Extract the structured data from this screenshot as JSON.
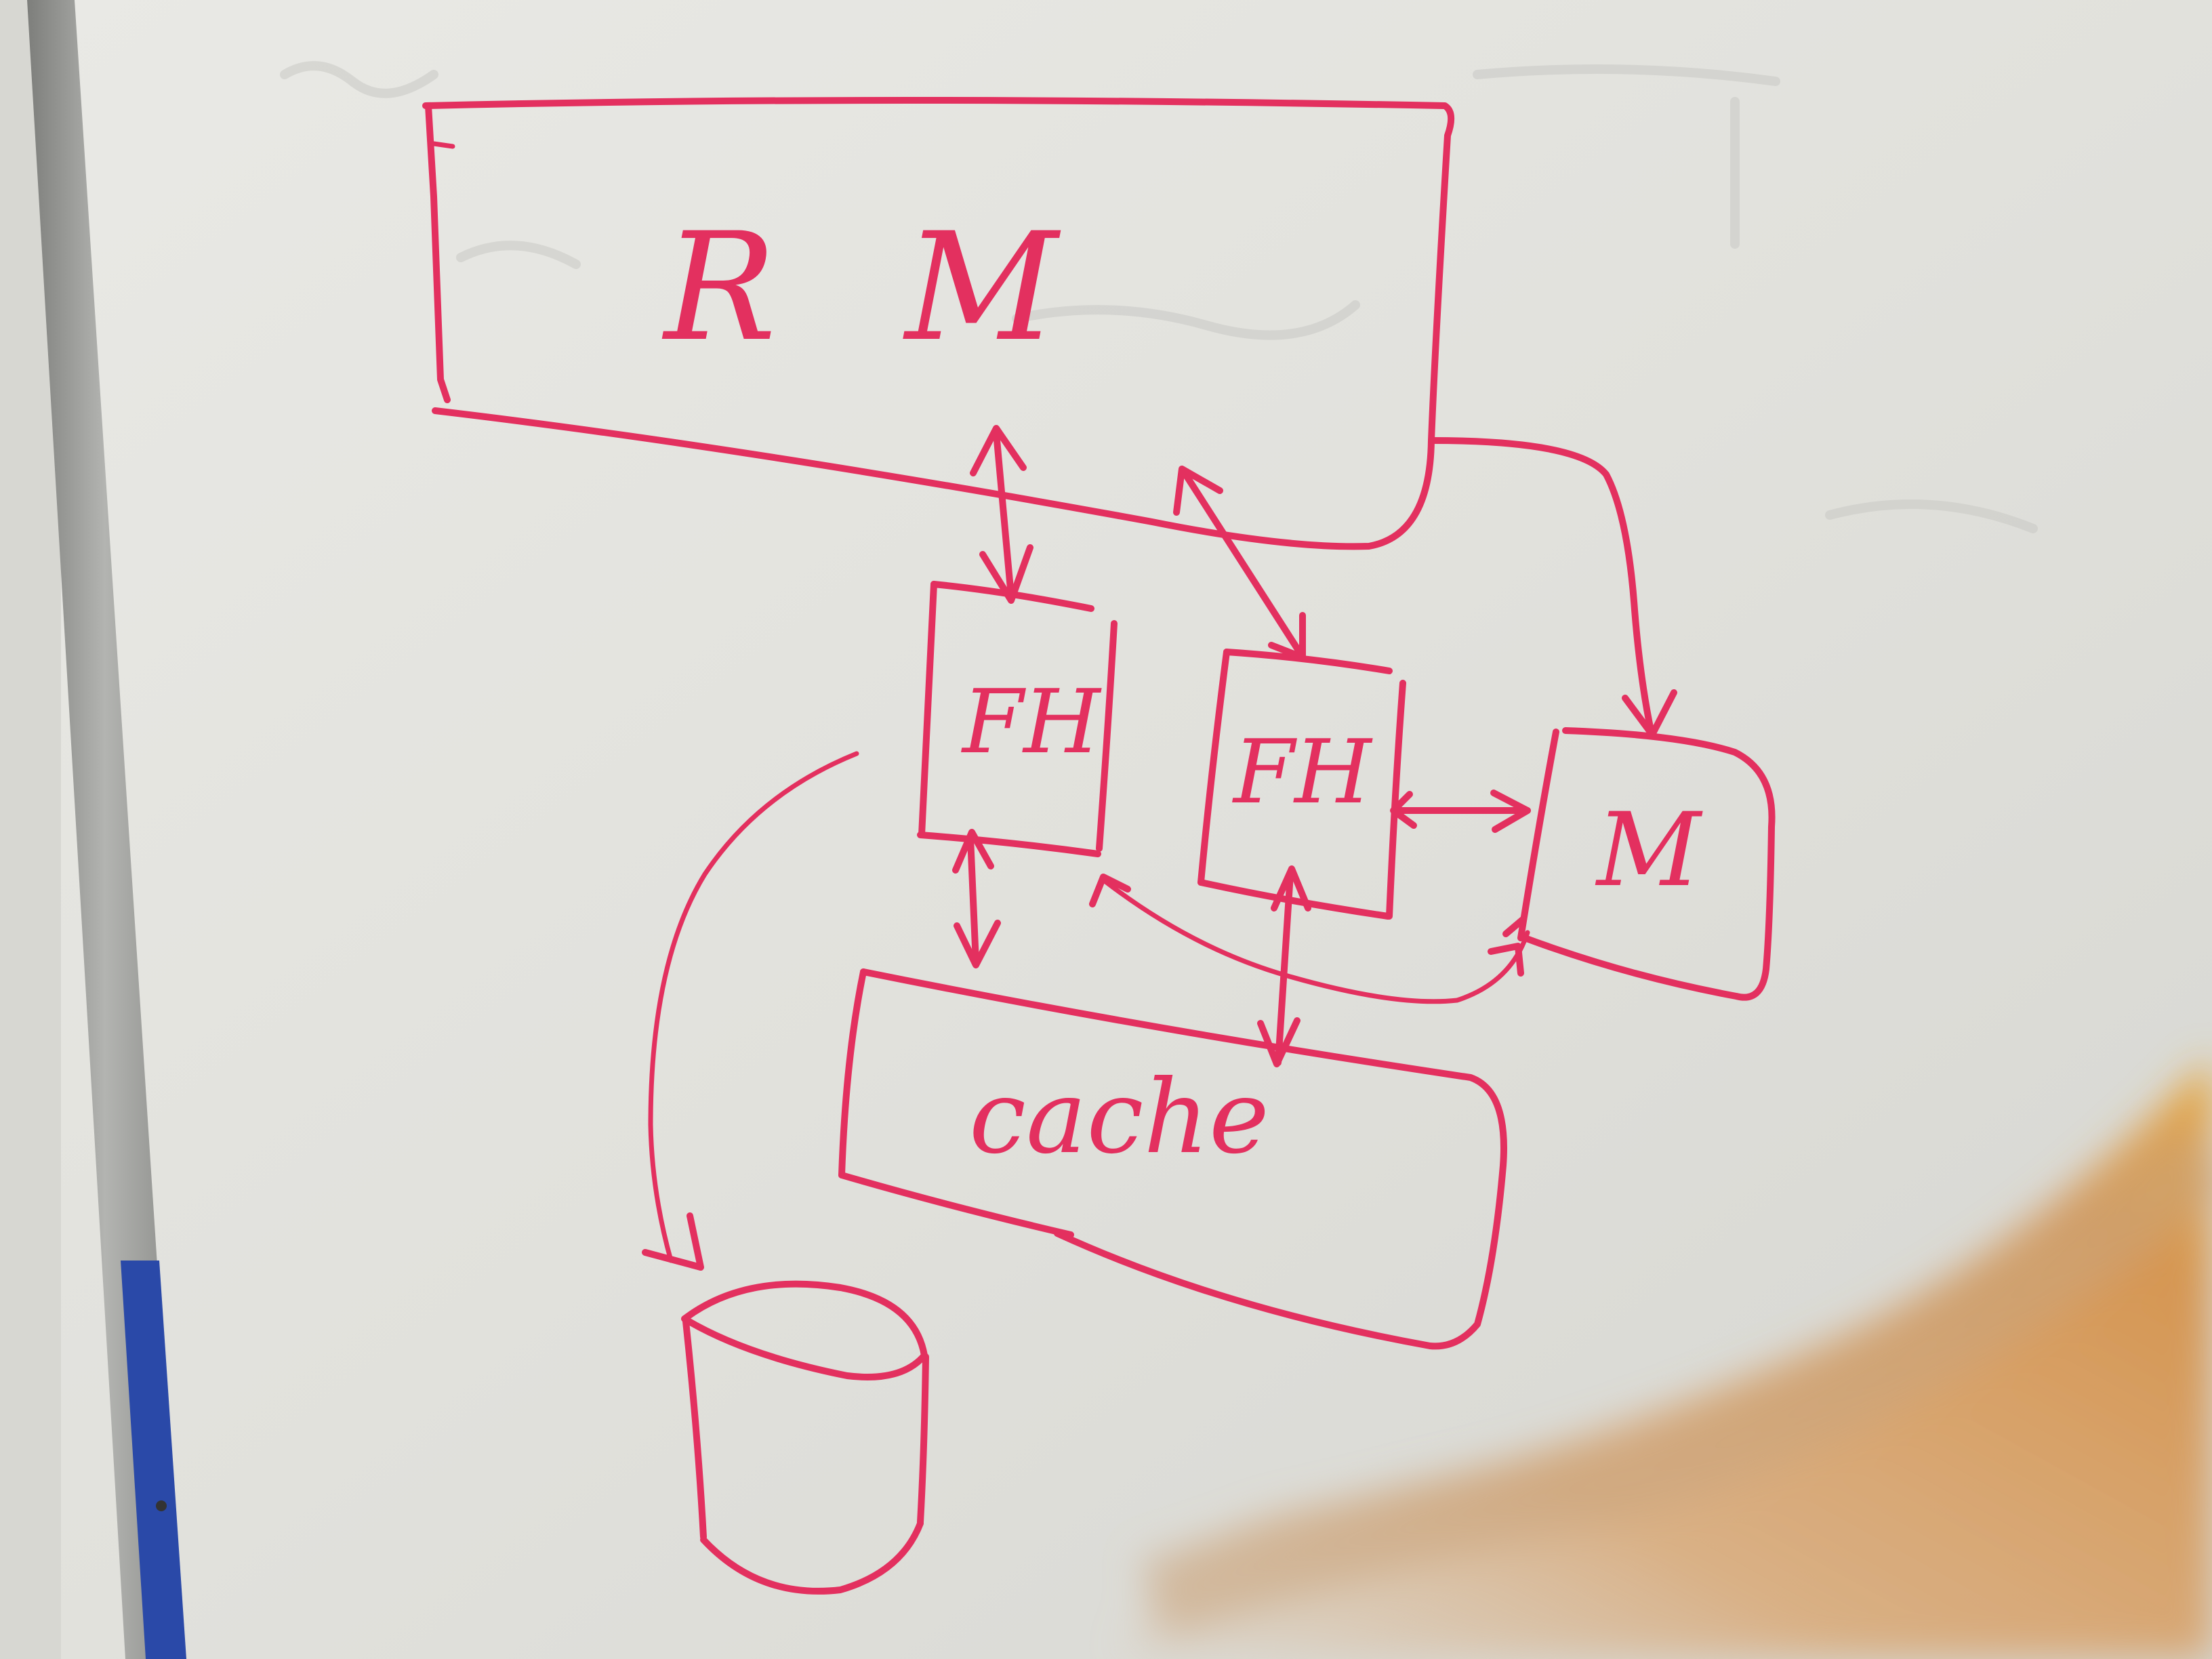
{
  "diagram": {
    "nodes": {
      "rm": {
        "label": "R M"
      },
      "fh_left": {
        "label": "FH"
      },
      "fh_right": {
        "label": "FH"
      },
      "m": {
        "label": "M"
      },
      "cache": {
        "label": "cache"
      },
      "storage": {
        "label": ""
      }
    },
    "edges": [
      {
        "from": "rm",
        "to": "fh_left",
        "direction": "both"
      },
      {
        "from": "rm",
        "to": "fh_right",
        "direction": "both"
      },
      {
        "from": "rm",
        "to": "m",
        "direction": "forward"
      },
      {
        "from": "fh_right",
        "to": "m",
        "direction": "both"
      },
      {
        "from": "fh_left",
        "to": "m",
        "direction": "both"
      },
      {
        "from": "fh_left",
        "to": "cache",
        "direction": "both"
      },
      {
        "from": "fh_right",
        "to": "cache",
        "direction": "both"
      },
      {
        "from": "fh_left",
        "to": "storage",
        "direction": "forward"
      }
    ]
  },
  "colors": {
    "marker": "#e3305f",
    "board": "#e4e4df",
    "frame": "#9a9b98",
    "frame_tape": "#2a49a8",
    "wall": "#d8d8d4",
    "blur_arm": "#d99a55"
  },
  "scene": {
    "medium": "whiteboard photo",
    "occlusion": "motion-blurred arm"
  }
}
